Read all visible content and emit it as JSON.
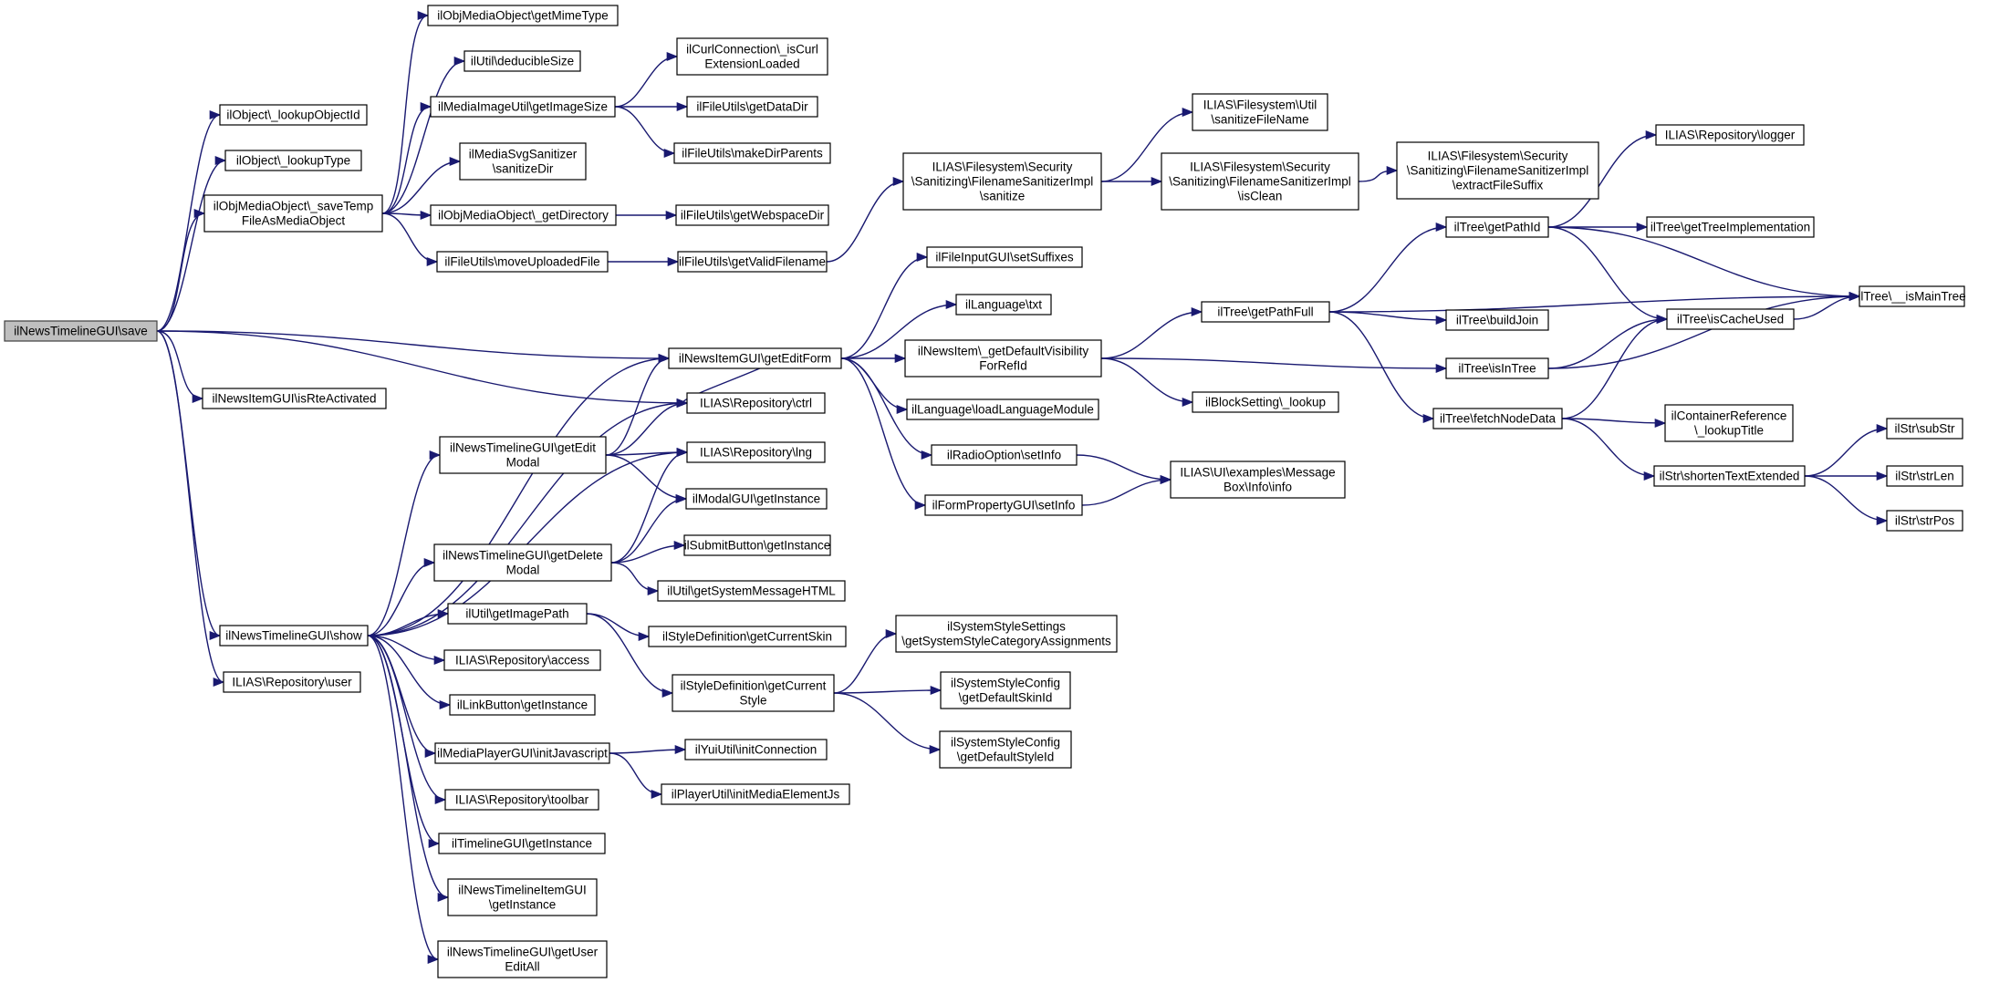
{
  "diagram": {
    "type": "call-graph",
    "colors": {
      "edge": "#191970",
      "root_fill": "#bfbfbf",
      "node_fill": "#ffffff",
      "node_border": "#000000"
    },
    "nodes": [
      {
        "id": "n0",
        "lines": [
          "ilNewsTimelineGUI\\save"
        ]
      },
      {
        "id": "n1",
        "lines": [
          "ilObject\\_lookupObjectId"
        ]
      },
      {
        "id": "n2",
        "lines": [
          "ilObject\\_lookupType"
        ]
      },
      {
        "id": "n3",
        "lines": [
          "ilObjMediaObject\\_saveTemp",
          "FileAsMediaObject"
        ]
      },
      {
        "id": "n4",
        "lines": [
          "ilNewsItemGUI\\isRteActivated"
        ]
      },
      {
        "id": "n5",
        "lines": [
          "ilNewsTimelineGUI\\show"
        ]
      },
      {
        "id": "n6",
        "lines": [
          "ILIAS\\Repository\\user"
        ]
      },
      {
        "id": "n7",
        "lines": [
          "ilObjMediaObject\\getMimeType"
        ]
      },
      {
        "id": "n8",
        "lines": [
          "ilUtil\\deducibleSize"
        ]
      },
      {
        "id": "n9",
        "lines": [
          "ilMediaImageUtil\\getImageSize"
        ]
      },
      {
        "id": "n10",
        "lines": [
          "ilMediaSvgSanitizer",
          "\\sanitizeDir"
        ]
      },
      {
        "id": "n11",
        "lines": [
          "ilObjMediaObject\\_getDirectory"
        ]
      },
      {
        "id": "n12",
        "lines": [
          "ilFileUtils\\moveUploadedFile"
        ]
      },
      {
        "id": "n13",
        "lines": [
          "ilCurlConnection\\_isCurl",
          "ExtensionLoaded"
        ]
      },
      {
        "id": "n14",
        "lines": [
          "ilFileUtils\\getDataDir"
        ]
      },
      {
        "id": "n15",
        "lines": [
          "ilFileUtils\\makeDirParents"
        ]
      },
      {
        "id": "n16",
        "lines": [
          "ilFileUtils\\getWebspaceDir"
        ]
      },
      {
        "id": "n17",
        "lines": [
          "ilFileUtils\\getValidFilename"
        ]
      },
      {
        "id": "n18",
        "lines": [
          "ILIAS\\Filesystem\\Security",
          "\\Sanitizing\\FilenameSanitizerImpl",
          "\\sanitize"
        ]
      },
      {
        "id": "n19",
        "lines": [
          "ILIAS\\Filesystem\\Util",
          "\\sanitizeFileName"
        ]
      },
      {
        "id": "n20",
        "lines": [
          "ILIAS\\Filesystem\\Security",
          "\\Sanitizing\\FilenameSanitizerImpl",
          "\\isClean"
        ]
      },
      {
        "id": "n21",
        "lines": [
          "ILIAS\\Filesystem\\Security",
          "\\Sanitizing\\FilenameSanitizerImpl",
          "\\extractFileSuffix"
        ]
      },
      {
        "id": "n22",
        "lines": [
          "ilNewsItemGUI\\getEditForm"
        ]
      },
      {
        "id": "n23",
        "lines": [
          "ILIAS\\Repository\\ctrl"
        ]
      },
      {
        "id": "n24",
        "lines": [
          "ilNewsTimelineGUI\\getEdit",
          "Modal"
        ]
      },
      {
        "id": "n25",
        "lines": [
          "ILIAS\\Repository\\lng"
        ]
      },
      {
        "id": "n26",
        "lines": [
          "ilModalGUI\\getInstance"
        ]
      },
      {
        "id": "n27",
        "lines": [
          "ilNewsTimelineGUI\\getDelete",
          "Modal"
        ]
      },
      {
        "id": "n28",
        "lines": [
          "ilSubmitButton\\getInstance"
        ]
      },
      {
        "id": "n29",
        "lines": [
          "ilUtil\\getSystemMessageHTML"
        ]
      },
      {
        "id": "n30",
        "lines": [
          "ilUtil\\getImagePath"
        ]
      },
      {
        "id": "n31",
        "lines": [
          "ILIAS\\Repository\\access"
        ]
      },
      {
        "id": "n32",
        "lines": [
          "ilLinkButton\\getInstance"
        ]
      },
      {
        "id": "n33",
        "lines": [
          "ilMediaPlayerGUI\\initJavascript"
        ]
      },
      {
        "id": "n34",
        "lines": [
          "ILIAS\\Repository\\toolbar"
        ]
      },
      {
        "id": "n35",
        "lines": [
          "ilTimelineGUI\\getInstance"
        ]
      },
      {
        "id": "n36",
        "lines": [
          "ilNewsTimelineItemGUI",
          "\\getInstance"
        ]
      },
      {
        "id": "n37",
        "lines": [
          "ilNewsTimelineGUI\\getUser",
          "EditAll"
        ]
      },
      {
        "id": "n38",
        "lines": [
          "ilStyleDefinition\\getCurrentSkin"
        ]
      },
      {
        "id": "n39",
        "lines": [
          "ilStyleDefinition\\getCurrent",
          "Style"
        ]
      },
      {
        "id": "n40",
        "lines": [
          "ilYuiUtil\\initConnection"
        ]
      },
      {
        "id": "n41",
        "lines": [
          "ilPlayerUtil\\initMediaElementJs"
        ]
      },
      {
        "id": "n42",
        "lines": [
          "ilSystemStyleSettings",
          "\\getSystemStyleCategoryAssignments"
        ]
      },
      {
        "id": "n43",
        "lines": [
          "ilSystemStyleConfig",
          "\\getDefaultSkinId"
        ]
      },
      {
        "id": "n44",
        "lines": [
          "ilSystemStyleConfig",
          "\\getDefaultStyleId"
        ]
      },
      {
        "id": "n45",
        "lines": [
          "ilFileInputGUI\\setSuffixes"
        ]
      },
      {
        "id": "n46",
        "lines": [
          "ilLanguage\\txt"
        ]
      },
      {
        "id": "n47",
        "lines": [
          "ilNewsItem\\_getDefaultVisibility",
          "ForRefId"
        ]
      },
      {
        "id": "n48",
        "lines": [
          "ilLanguage\\loadLanguageModule"
        ]
      },
      {
        "id": "n49",
        "lines": [
          "ilRadioOption\\setInfo"
        ]
      },
      {
        "id": "n50",
        "lines": [
          "ilFormPropertyGUI\\setInfo"
        ]
      },
      {
        "id": "n51",
        "lines": [
          "ILIAS\\UI\\examples\\Message",
          "Box\\Info\\info"
        ]
      },
      {
        "id": "n52",
        "lines": [
          "ilTree\\getPathFull"
        ]
      },
      {
        "id": "n53",
        "lines": [
          "ilBlockSetting\\_lookup"
        ]
      },
      {
        "id": "n54",
        "lines": [
          "ilTree\\getPathId"
        ]
      },
      {
        "id": "n55",
        "lines": [
          "ilTree\\buildJoin"
        ]
      },
      {
        "id": "n56",
        "lines": [
          "ilTree\\isInTree"
        ]
      },
      {
        "id": "n57",
        "lines": [
          "ilTree\\fetchNodeData"
        ]
      },
      {
        "id": "n58",
        "lines": [
          "ILIAS\\Repository\\logger"
        ]
      },
      {
        "id": "n59",
        "lines": [
          "ilTree\\getTreeImplementation"
        ]
      },
      {
        "id": "n60",
        "lines": [
          "ilTree\\isCacheUsed"
        ]
      },
      {
        "id": "n61",
        "lines": [
          "ilTree\\__isMainTree"
        ]
      },
      {
        "id": "n62",
        "lines": [
          "ilContainerReference",
          "\\_lookupTitle"
        ]
      },
      {
        "id": "n63",
        "lines": [
          "ilStr\\shortenTextExtended"
        ]
      },
      {
        "id": "n64",
        "lines": [
          "ilStr\\subStr"
        ]
      },
      {
        "id": "n65",
        "lines": [
          "ilStr\\strLen"
        ]
      },
      {
        "id": "n66",
        "lines": [
          "ilStr\\strPos"
        ]
      }
    ],
    "edges": [
      [
        "n0",
        "n1"
      ],
      [
        "n0",
        "n2"
      ],
      [
        "n0",
        "n3"
      ],
      [
        "n0",
        "n4"
      ],
      [
        "n0",
        "n5"
      ],
      [
        "n0",
        "n6"
      ],
      [
        "n0",
        "n22"
      ],
      [
        "n0",
        "n23"
      ],
      [
        "n3",
        "n7"
      ],
      [
        "n3",
        "n8"
      ],
      [
        "n3",
        "n9"
      ],
      [
        "n3",
        "n10"
      ],
      [
        "n3",
        "n11"
      ],
      [
        "n3",
        "n12"
      ],
      [
        "n9",
        "n13"
      ],
      [
        "n9",
        "n14"
      ],
      [
        "n9",
        "n15"
      ],
      [
        "n11",
        "n16"
      ],
      [
        "n12",
        "n17"
      ],
      [
        "n17",
        "n18"
      ],
      [
        "n18",
        "n19"
      ],
      [
        "n18",
        "n20"
      ],
      [
        "n20",
        "n21"
      ],
      [
        "n5",
        "n22"
      ],
      [
        "n5",
        "n23"
      ],
      [
        "n5",
        "n24"
      ],
      [
        "n5",
        "n25"
      ],
      [
        "n5",
        "n27"
      ],
      [
        "n5",
        "n30"
      ],
      [
        "n5",
        "n31"
      ],
      [
        "n5",
        "n32"
      ],
      [
        "n5",
        "n33"
      ],
      [
        "n5",
        "n34"
      ],
      [
        "n5",
        "n35"
      ],
      [
        "n5",
        "n36"
      ],
      [
        "n5",
        "n37"
      ],
      [
        "n24",
        "n22"
      ],
      [
        "n24",
        "n23"
      ],
      [
        "n24",
        "n25"
      ],
      [
        "n24",
        "n26"
      ],
      [
        "n27",
        "n25"
      ],
      [
        "n27",
        "n26"
      ],
      [
        "n27",
        "n28"
      ],
      [
        "n27",
        "n29"
      ],
      [
        "n30",
        "n38"
      ],
      [
        "n30",
        "n39"
      ],
      [
        "n39",
        "n42"
      ],
      [
        "n39",
        "n43"
      ],
      [
        "n39",
        "n44"
      ],
      [
        "n33",
        "n40"
      ],
      [
        "n33",
        "n41"
      ],
      [
        "n22",
        "n45"
      ],
      [
        "n22",
        "n46"
      ],
      [
        "n22",
        "n47"
      ],
      [
        "n22",
        "n48"
      ],
      [
        "n22",
        "n49"
      ],
      [
        "n22",
        "n50"
      ],
      [
        "n22",
        "n23"
      ],
      [
        "n49",
        "n51"
      ],
      [
        "n50",
        "n51"
      ],
      [
        "n47",
        "n52"
      ],
      [
        "n47",
        "n53"
      ],
      [
        "n47",
        "n56"
      ],
      [
        "n52",
        "n54"
      ],
      [
        "n52",
        "n55"
      ],
      [
        "n52",
        "n57"
      ],
      [
        "n52",
        "n61"
      ],
      [
        "n54",
        "n58"
      ],
      [
        "n54",
        "n59"
      ],
      [
        "n54",
        "n60"
      ],
      [
        "n54",
        "n61"
      ],
      [
        "n56",
        "n60"
      ],
      [
        "n56",
        "n61"
      ],
      [
        "n57",
        "n60"
      ],
      [
        "n57",
        "n62"
      ],
      [
        "n57",
        "n63"
      ],
      [
        "n60",
        "n61"
      ],
      [
        "n63",
        "n64"
      ],
      [
        "n63",
        "n65"
      ],
      [
        "n63",
        "n66"
      ]
    ]
  }
}
